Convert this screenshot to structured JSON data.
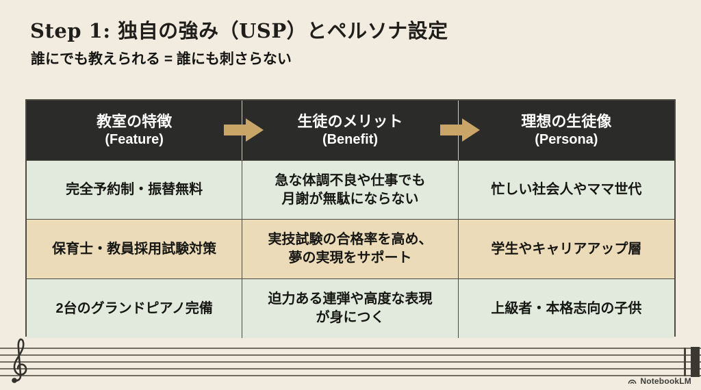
{
  "slide": {
    "title": "Step 1: 独自の強み（USP）とペルソナ設定",
    "subtitle": "誰にでも教えられる = 誰にも刺さらない"
  },
  "table": {
    "headers": [
      {
        "ja": "教室の特徴",
        "en": "(Feature)"
      },
      {
        "ja": "生徒のメリット",
        "en": "(Benefit)"
      },
      {
        "ja": "理想の生徒像",
        "en": "(Persona)"
      }
    ],
    "rows": [
      [
        "完全予約制・振替無料",
        "急な体調不良や仕事でも\n月謝が無駄にならない",
        "忙しい社会人やママ世代"
      ],
      [
        "保育士・教員採用試験対策",
        "実技試験の合格率を高め、\n夢の実現をサポート",
        "学生やキャリアアップ層"
      ],
      [
        "2台のグランドピアノ完備",
        "迫力ある連弾や高度な表現\nが身につく",
        "上級者・本格志向の子供"
      ]
    ]
  },
  "footer": {
    "brand": "NotebookLM"
  },
  "colors": {
    "background": "#f2ece0",
    "header_bg": "#2b2b29",
    "header_text": "#ffffff",
    "arrow": "#c9a567",
    "row_mint": "#e1eadd",
    "row_beige": "#ecdbb8",
    "table_border": "#4b4741",
    "staff_line": "#6f6b61",
    "title_text": "#1f1e1b"
  },
  "icons": {
    "arrow": "arrow-right-icon",
    "clef": "treble-clef-icon",
    "brand_mark": "notebooklm-logo-icon"
  }
}
